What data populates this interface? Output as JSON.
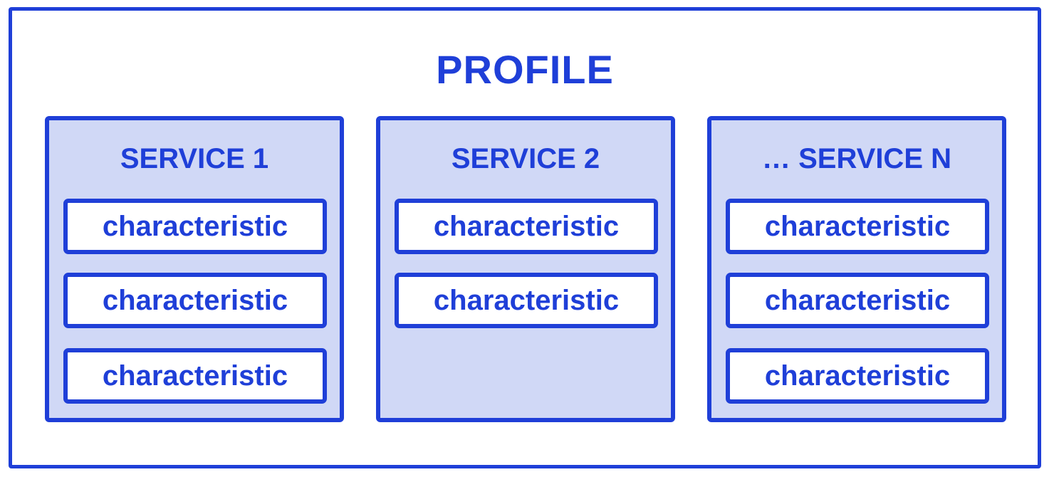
{
  "profile": {
    "title": "PROFILE"
  },
  "colors": {
    "accent": "#1f3fd8",
    "service_fill": "#d0d8f6",
    "background": "#ffffff"
  },
  "services": [
    {
      "title": "SERVICE 1",
      "characteristics": [
        "characteristic",
        "characteristic",
        "characteristic"
      ]
    },
    {
      "title": "SERVICE 2",
      "characteristics": [
        "characteristic",
        "characteristic"
      ]
    },
    {
      "title": "… SERVICE N",
      "characteristics": [
        "characteristic",
        "characteristic",
        "characteristic"
      ]
    }
  ]
}
